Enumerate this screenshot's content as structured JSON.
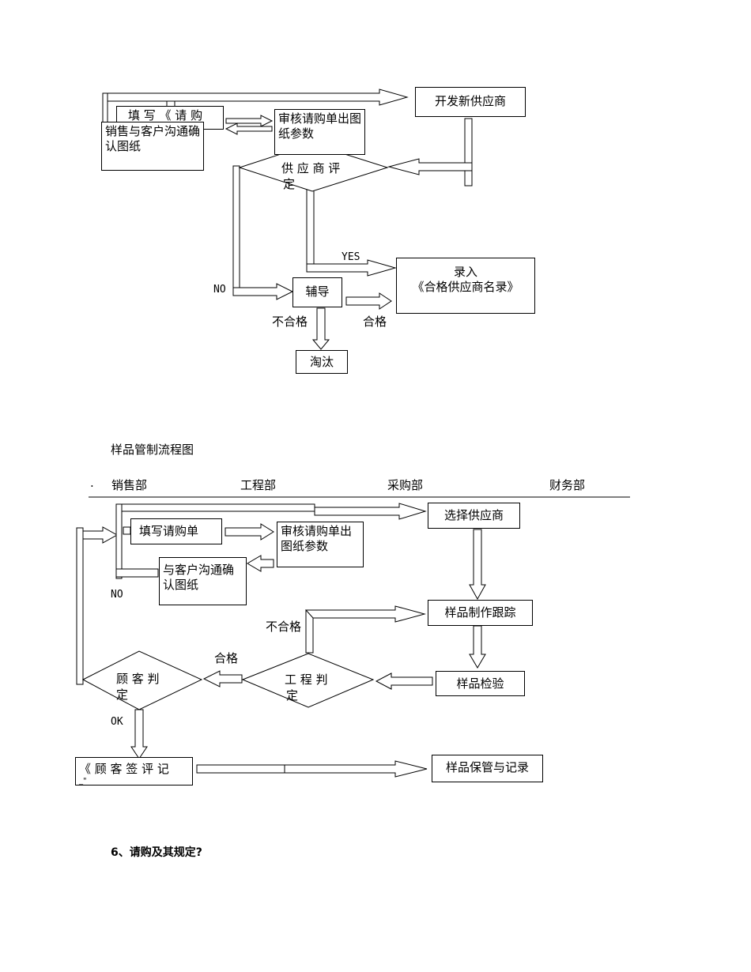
{
  "flow1": {
    "fill_request_partial": "填 写 《 请 购",
    "sales_communicate": "销售与客户沟通确认图纸",
    "review_request": "审核请购单出图纸参数",
    "develop_supplier": "开发新供应商",
    "supplier_eval": "供 应 商 评",
    "supplier_eval_2": "定",
    "yes_label": "YES",
    "no_label": "NO",
    "enter_list_1": "录入",
    "enter_list_2": "《合格供应商名录》",
    "guide": "辅导",
    "unqualified": "不合格",
    "qualified": "合格",
    "eliminate": "淘汰"
  },
  "flow2": {
    "title": "样品管制流程图",
    "bullet": ".",
    "departments": [
      "销售部",
      "工程部",
      "采购部",
      "财务部"
    ],
    "fill_request": "填写请购单",
    "review_request": "审核请购单出图纸参数",
    "communicate": "与客户沟通确认图纸",
    "no_label": "NO",
    "select_supplier": "选择供应商",
    "sample_tracking": "样品制作跟踪",
    "unqualified": "不合格",
    "qualified": "合格",
    "customer_judge": "顾 客 判",
    "customer_judge_2": "定",
    "engineering_judge": "工 程 判",
    "engineering_judge_2": "定",
    "sample_inspection": "样品检验",
    "ok_label": "OK",
    "customer_sign": "《 顾 客 签 评 记",
    "customer_sign_2": "_\"",
    "sample_storage": "样品保管与记录"
  },
  "section_heading": "6、请购及其规定?"
}
